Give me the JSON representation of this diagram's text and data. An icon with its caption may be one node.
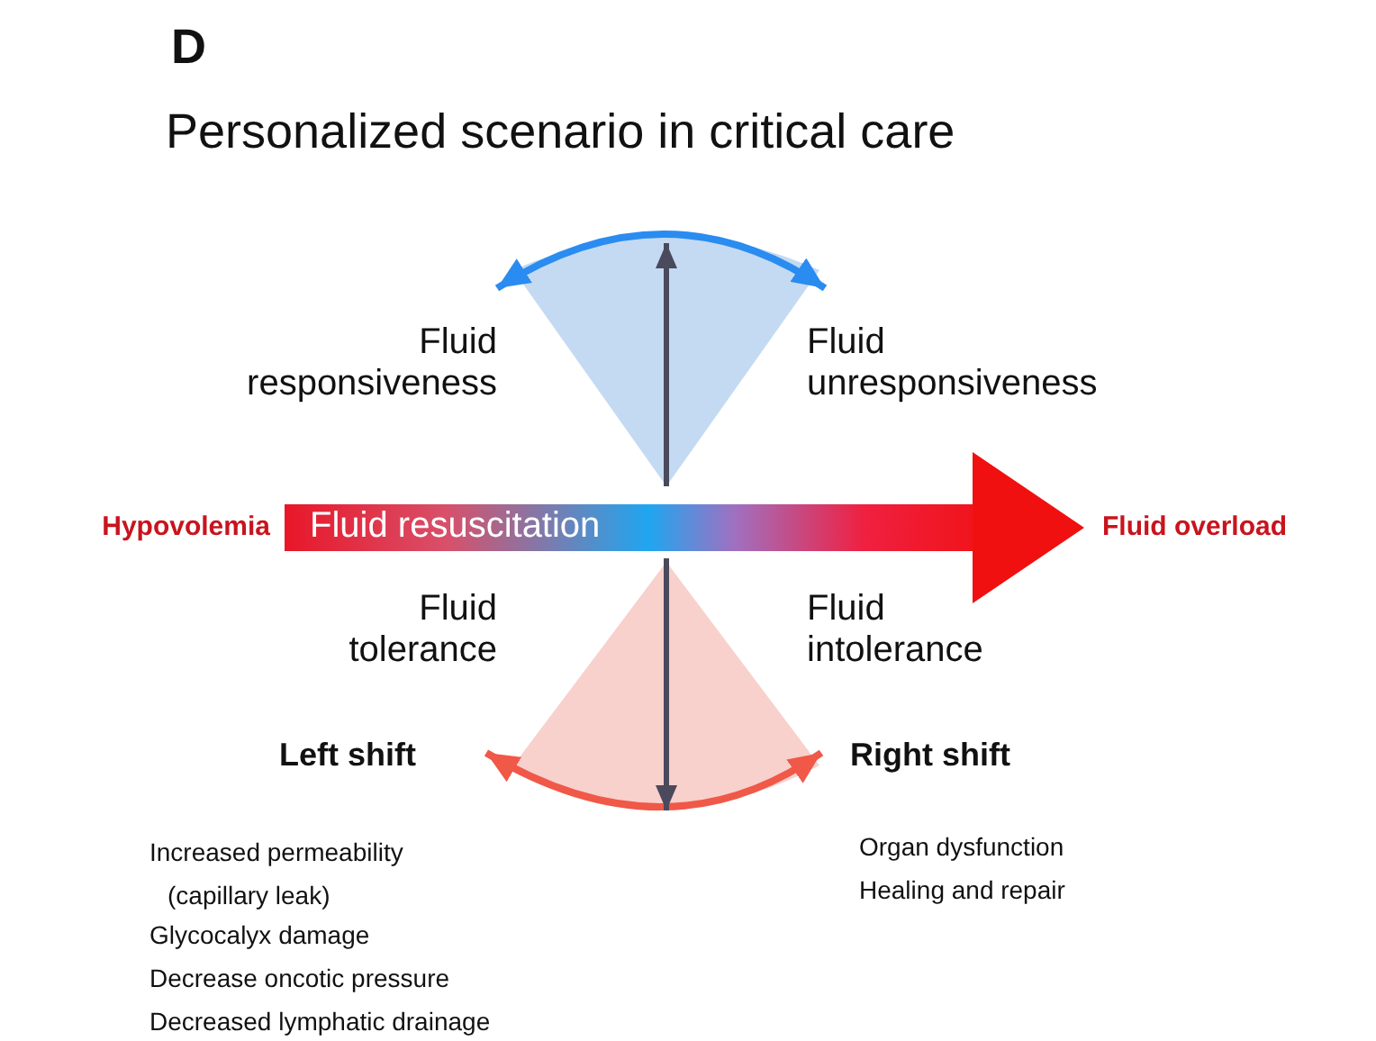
{
  "diagram": {
    "title": "Personalized scenario in critical care",
    "nodes": [
      {
        "text": [
          "Hypovolemia"
        ]
      },
      {
        "text": [
          "Fluid overload"
        ]
      }
    ],
    "edges": [
      {
        "from": 0,
        "to": 1,
        "arrow": "to",
        "label": "Fluid resuscitation",
        "style": "thick"
      }
    ],
    "labels": [
      "D",
      "Fluid responsiveness",
      "Fluid unresponsiveness",
      "Fluid tolerance",
      "Fluid intolerance",
      "Left shift",
      "Right shift",
      "Increased permeability (capillary leak)",
      "Glycocalyx damage",
      "Decrease oncotic pressure",
      "Decreased lymphatic drainage",
      "Organ dysfunction",
      "Healing and repair"
    ]
  }
}
